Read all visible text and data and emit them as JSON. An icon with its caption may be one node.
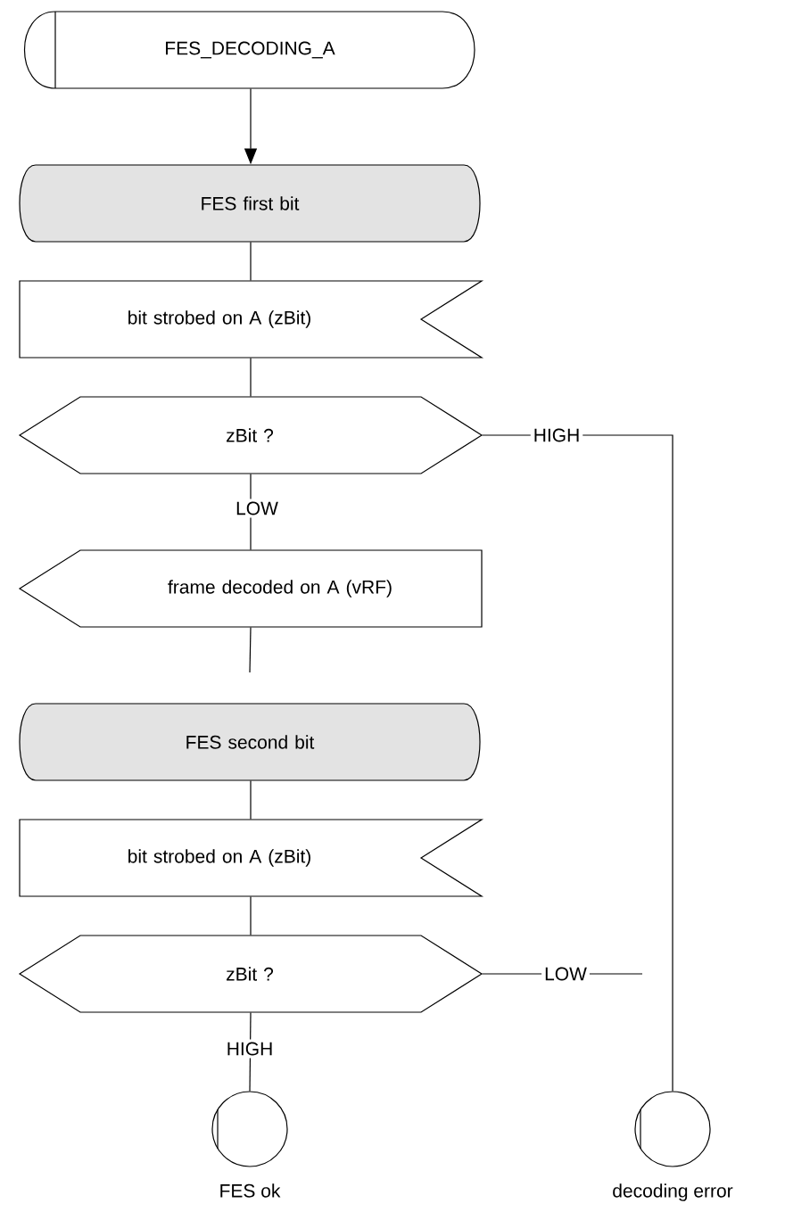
{
  "diagram": {
    "nodes": [
      {
        "text": [
          "FES_DECODING_A"
        ]
      },
      {
        "text": [
          "FES first bit"
        ]
      },
      {
        "text": [
          "bit strobed on A (zBit)"
        ]
      },
      {
        "text": [
          "zBit ?"
        ]
      },
      {
        "text": [
          "frame decoded on A (vRF)"
        ]
      },
      {
        "text": [
          "FES second bit"
        ]
      },
      {
        "text": [
          "bit strobed on A (zBit)"
        ]
      },
      {
        "text": [
          "zBit ?"
        ]
      },
      {
        "text": [],
        "shape": "circle",
        "beside": [
          "FES ok"
        ]
      },
      {
        "text": [],
        "shape": "circle",
        "beside": [
          "decoding error"
        ]
      }
    ],
    "edges": [
      {
        "from": 0,
        "to": 1,
        "arrow": "to"
      },
      {
        "from": 1,
        "to": 2,
        "arrow": "none"
      },
      {
        "from": 2,
        "to": 3,
        "arrow": "none"
      },
      {
        "from": 3,
        "to": 4,
        "arrow": "none",
        "label": "LOW"
      },
      {
        "from": 3,
        "to": 9,
        "arrow": "none",
        "label": "HIGH"
      },
      {
        "from": 4,
        "to": null,
        "arrow": "none"
      },
      {
        "from": 5,
        "to": 6,
        "arrow": "none"
      },
      {
        "from": 6,
        "to": 7,
        "arrow": "none"
      },
      {
        "from": 7,
        "to": 8,
        "arrow": "none",
        "label": "HIGH"
      },
      {
        "from": 7,
        "to": null,
        "arrow": "none",
        "label": "LOW"
      }
    ]
  }
}
